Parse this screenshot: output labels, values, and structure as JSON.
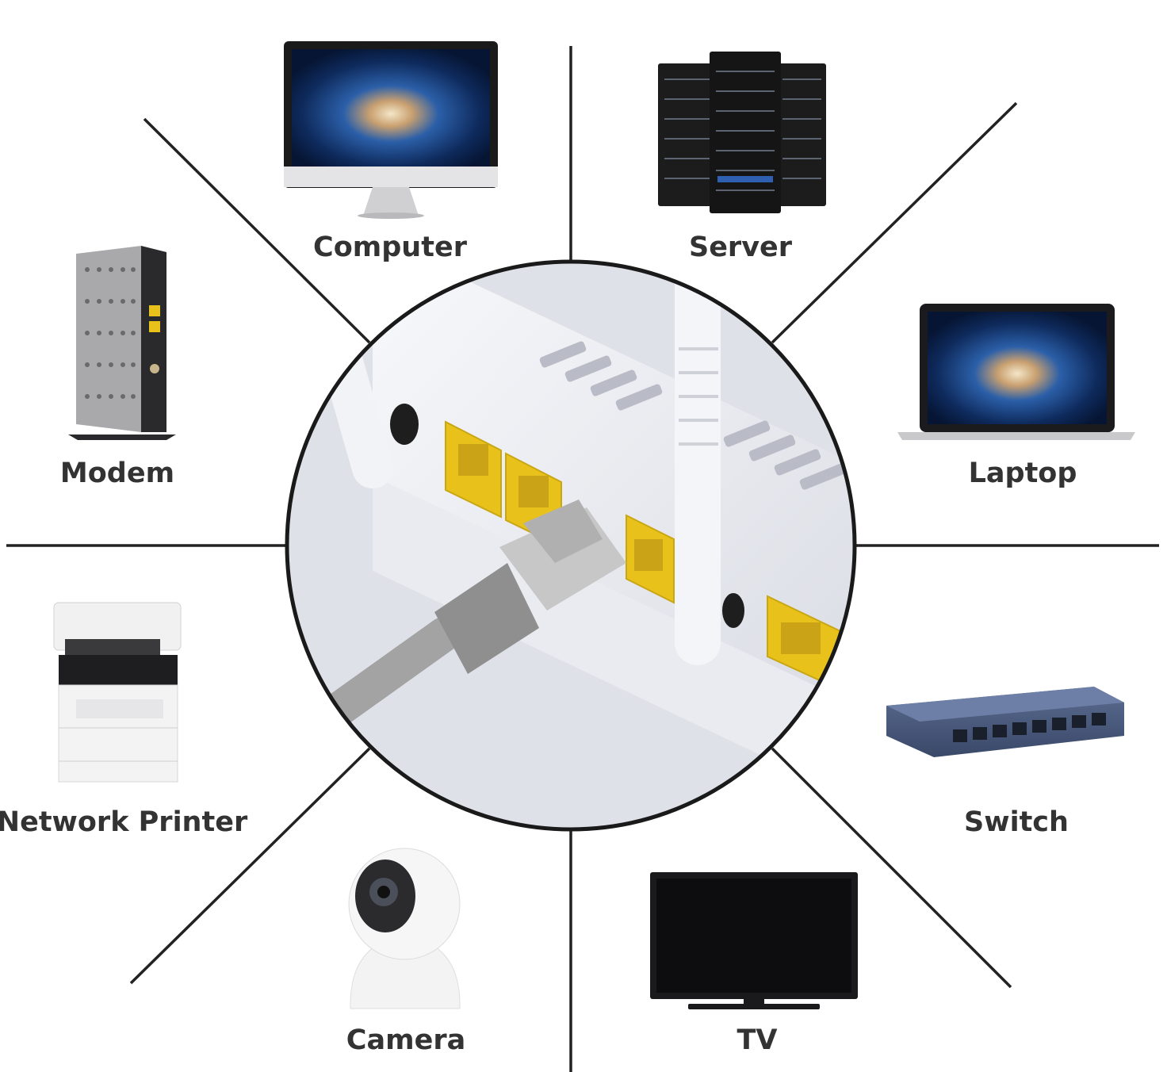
{
  "devices": {
    "computer": {
      "label": "Computer",
      "icon": "monitor-icon"
    },
    "server": {
      "label": "Server",
      "icon": "server-rack-icon"
    },
    "modem": {
      "label": "Modem",
      "icon": "modem-icon"
    },
    "laptop": {
      "label": "Laptop",
      "icon": "laptop-icon"
    },
    "printer": {
      "label": "Network Printer",
      "icon": "printer-icon"
    },
    "switch": {
      "label": "Switch",
      "icon": "network-switch-icon"
    },
    "camera": {
      "label": "Camera",
      "icon": "security-camera-icon"
    },
    "tv": {
      "label": "TV",
      "icon": "tv-icon"
    }
  },
  "center": {
    "icon": "router-ethernet-port-icon"
  },
  "colors": {
    "divider": "#222222",
    "label": "#333333",
    "port_yellow": "#e8c21b",
    "router_white": "#eeeff3",
    "cable_gray": "#9c9c9c"
  }
}
